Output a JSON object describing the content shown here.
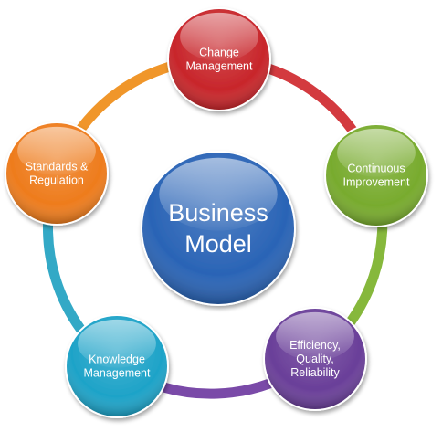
{
  "center": {
    "line1": "Business",
    "line2": "Model",
    "color": "#2a64b6"
  },
  "nodes": [
    {
      "id": "change-management",
      "lines": [
        "Change",
        "Management"
      ],
      "color": "#c8262b"
    },
    {
      "id": "continuous-improvement",
      "lines": [
        "Continuous",
        "Improvement"
      ],
      "color": "#78ab2e"
    },
    {
      "id": "efficiency",
      "lines": [
        "Efficiency,",
        "Quality,",
        "Reliability"
      ],
      "color": "#6a3f99"
    },
    {
      "id": "knowledge-management",
      "lines": [
        "Knowledge",
        "Management"
      ],
      "color": "#1ea3c8"
    },
    {
      "id": "standards-regulation",
      "lines": [
        "Standards &",
        "Regulation"
      ],
      "color": "#ee7c1d"
    }
  ],
  "ring_arcs": [
    {
      "from": "change-management",
      "to": "continuous-improvement",
      "color": "#d33a3f"
    },
    {
      "from": "continuous-improvement",
      "to": "efficiency",
      "color": "#86b83c"
    },
    {
      "from": "efficiency",
      "to": "knowledge-management",
      "color": "#7a4aa8"
    },
    {
      "from": "knowledge-management",
      "to": "standards-regulation",
      "color": "#33a9c6"
    },
    {
      "from": "standards-regulation",
      "to": "change-management",
      "color": "#f0962a"
    }
  ]
}
